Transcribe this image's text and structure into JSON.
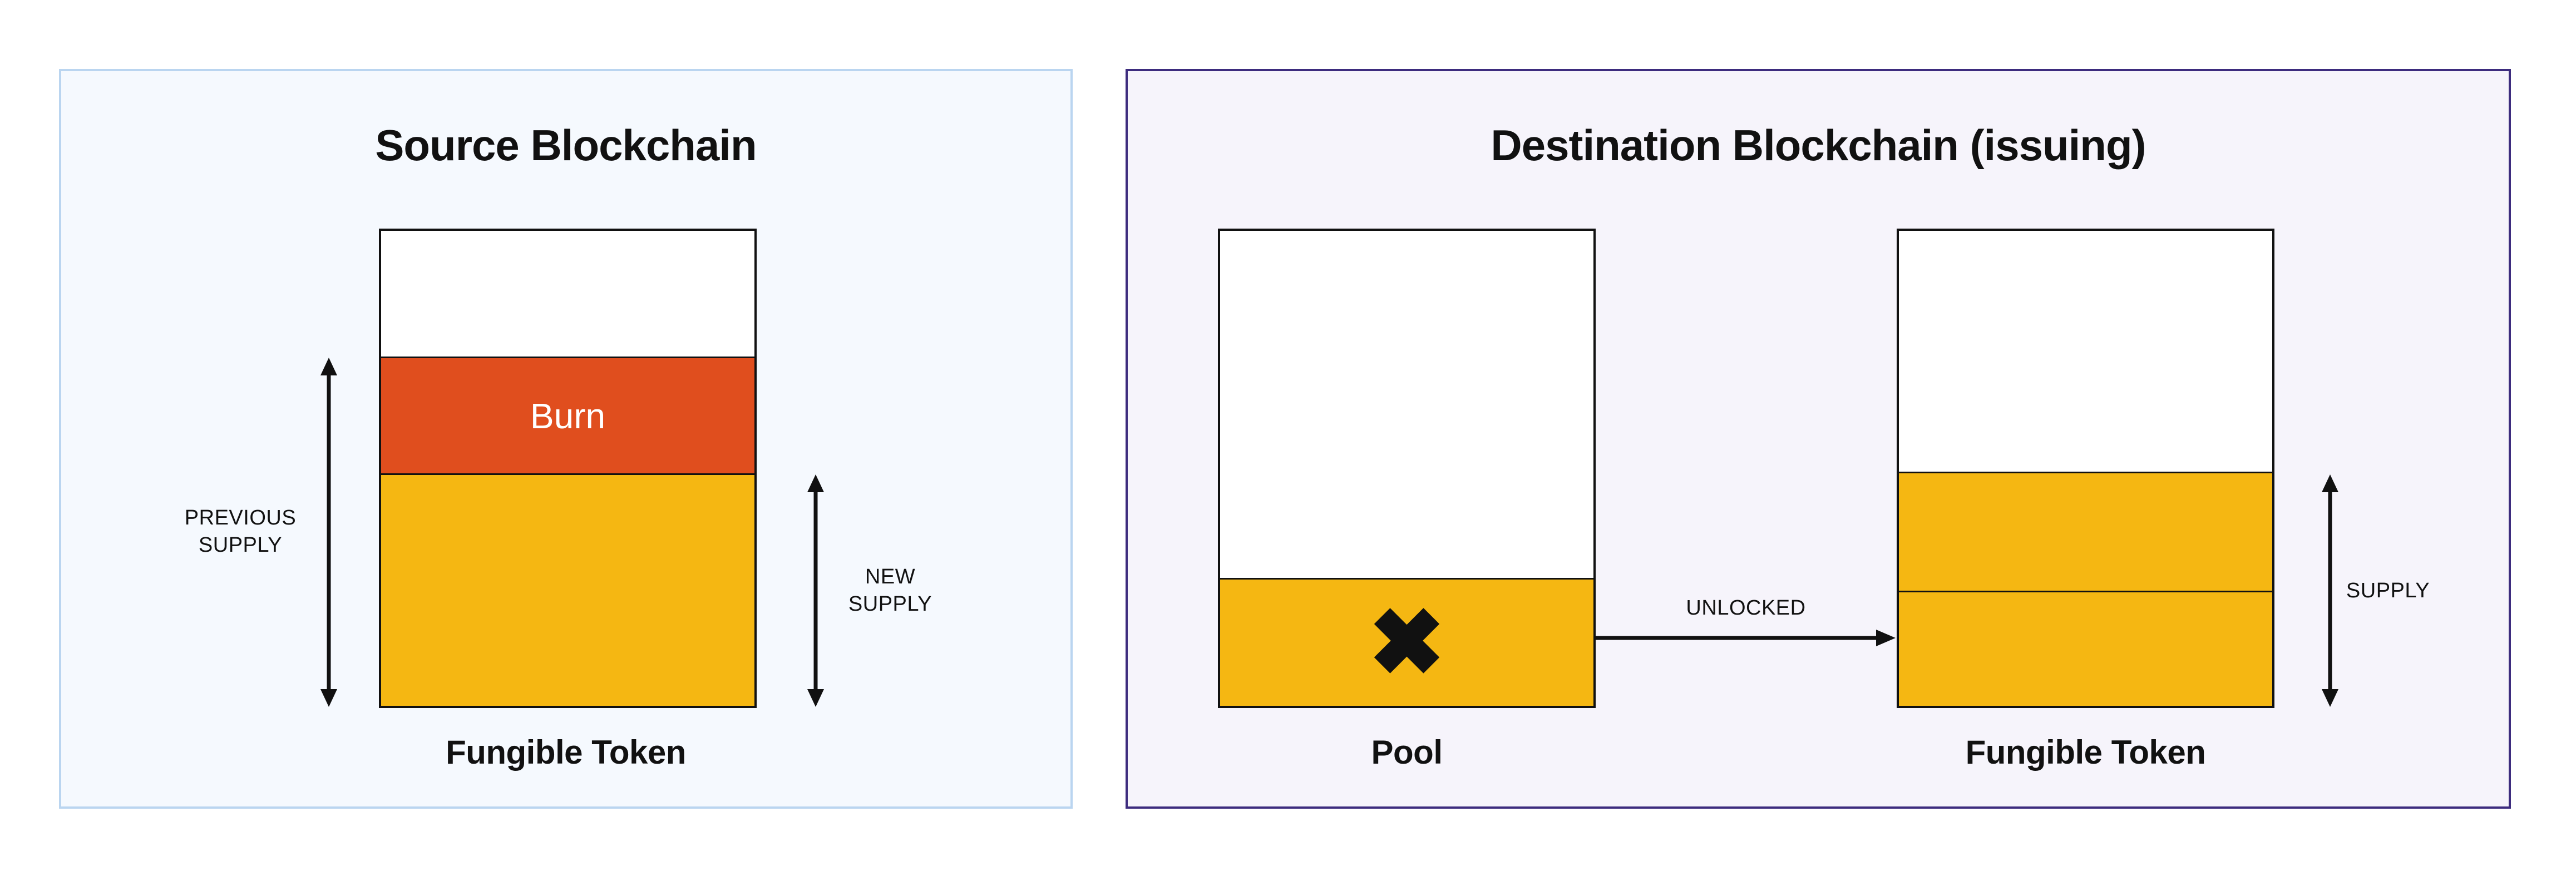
{
  "source_panel": {
    "title": "Source Blockchain",
    "burn_label": "Burn",
    "token_label": "Fungible Token",
    "previous_supply_label": "PREVIOUS SUPPLY",
    "new_supply_label": "NEW SUPPLY"
  },
  "destination_panel": {
    "title": "Destination Blockchain (issuing)",
    "pool": {
      "label": "Pool",
      "x_icon": "✖"
    },
    "token_label": "Fungible Token",
    "unlocked_label": "UNLOCKED",
    "supply_label": "SUPPLY"
  },
  "colors": {
    "burn_orange": "#E04E1E",
    "token_yellow": "#F5B712",
    "source_panel_border": "#BAD5F0",
    "source_panel_bg": "#F5F9FE",
    "destination_panel_border": "#3D2C7E",
    "destination_panel_bg": "#F6F4FB",
    "outline_black": "#111111"
  }
}
